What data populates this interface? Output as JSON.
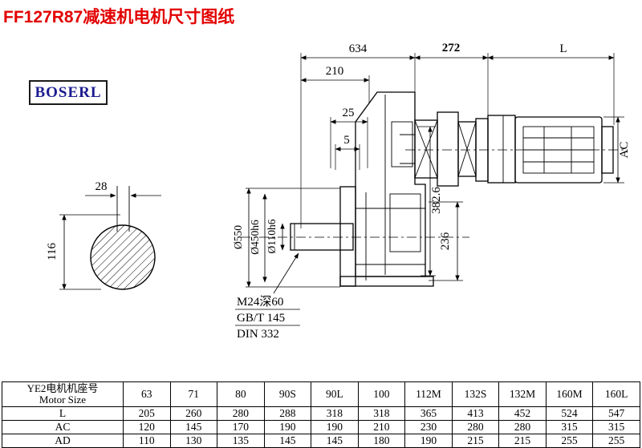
{
  "title": "FF127R87减速机电机尺寸图纸",
  "logo": {
    "text": "BOSERL"
  },
  "drawing": {
    "dim_634": "634",
    "dim_272": "272",
    "dim_L": "L",
    "dim_210": "210",
    "dim_25": "25",
    "dim_5": "5",
    "dim_AC": "AC",
    "dim_382_6": "382.6",
    "dim_236": "236",
    "dia_550": "Ø550",
    "dia_450": "Ø450h6",
    "dia_110": "Ø110h6",
    "dim_28": "28",
    "dim_116": "116",
    "note_m24": "M24深60",
    "note_gbt": "GB/T 145",
    "note_din": "DIN 332"
  },
  "table": {
    "header_cn": "YE2电机机座号",
    "header_en": "Motor Size",
    "sizes": [
      "63",
      "71",
      "80",
      "90S",
      "90L",
      "100",
      "112M",
      "132S",
      "132M",
      "160M",
      "160L"
    ],
    "rows": [
      {
        "label": "L",
        "values": [
          "205",
          "260",
          "280",
          "288",
          "318",
          "318",
          "365",
          "413",
          "452",
          "524",
          "547"
        ]
      },
      {
        "label": "AC",
        "values": [
          "120",
          "145",
          "170",
          "190",
          "190",
          "210",
          "230",
          "280",
          "280",
          "315",
          "315"
        ]
      },
      {
        "label": "AD",
        "values": [
          "110",
          "130",
          "135",
          "145",
          "145",
          "180",
          "190",
          "215",
          "215",
          "255",
          "255"
        ]
      }
    ]
  }
}
